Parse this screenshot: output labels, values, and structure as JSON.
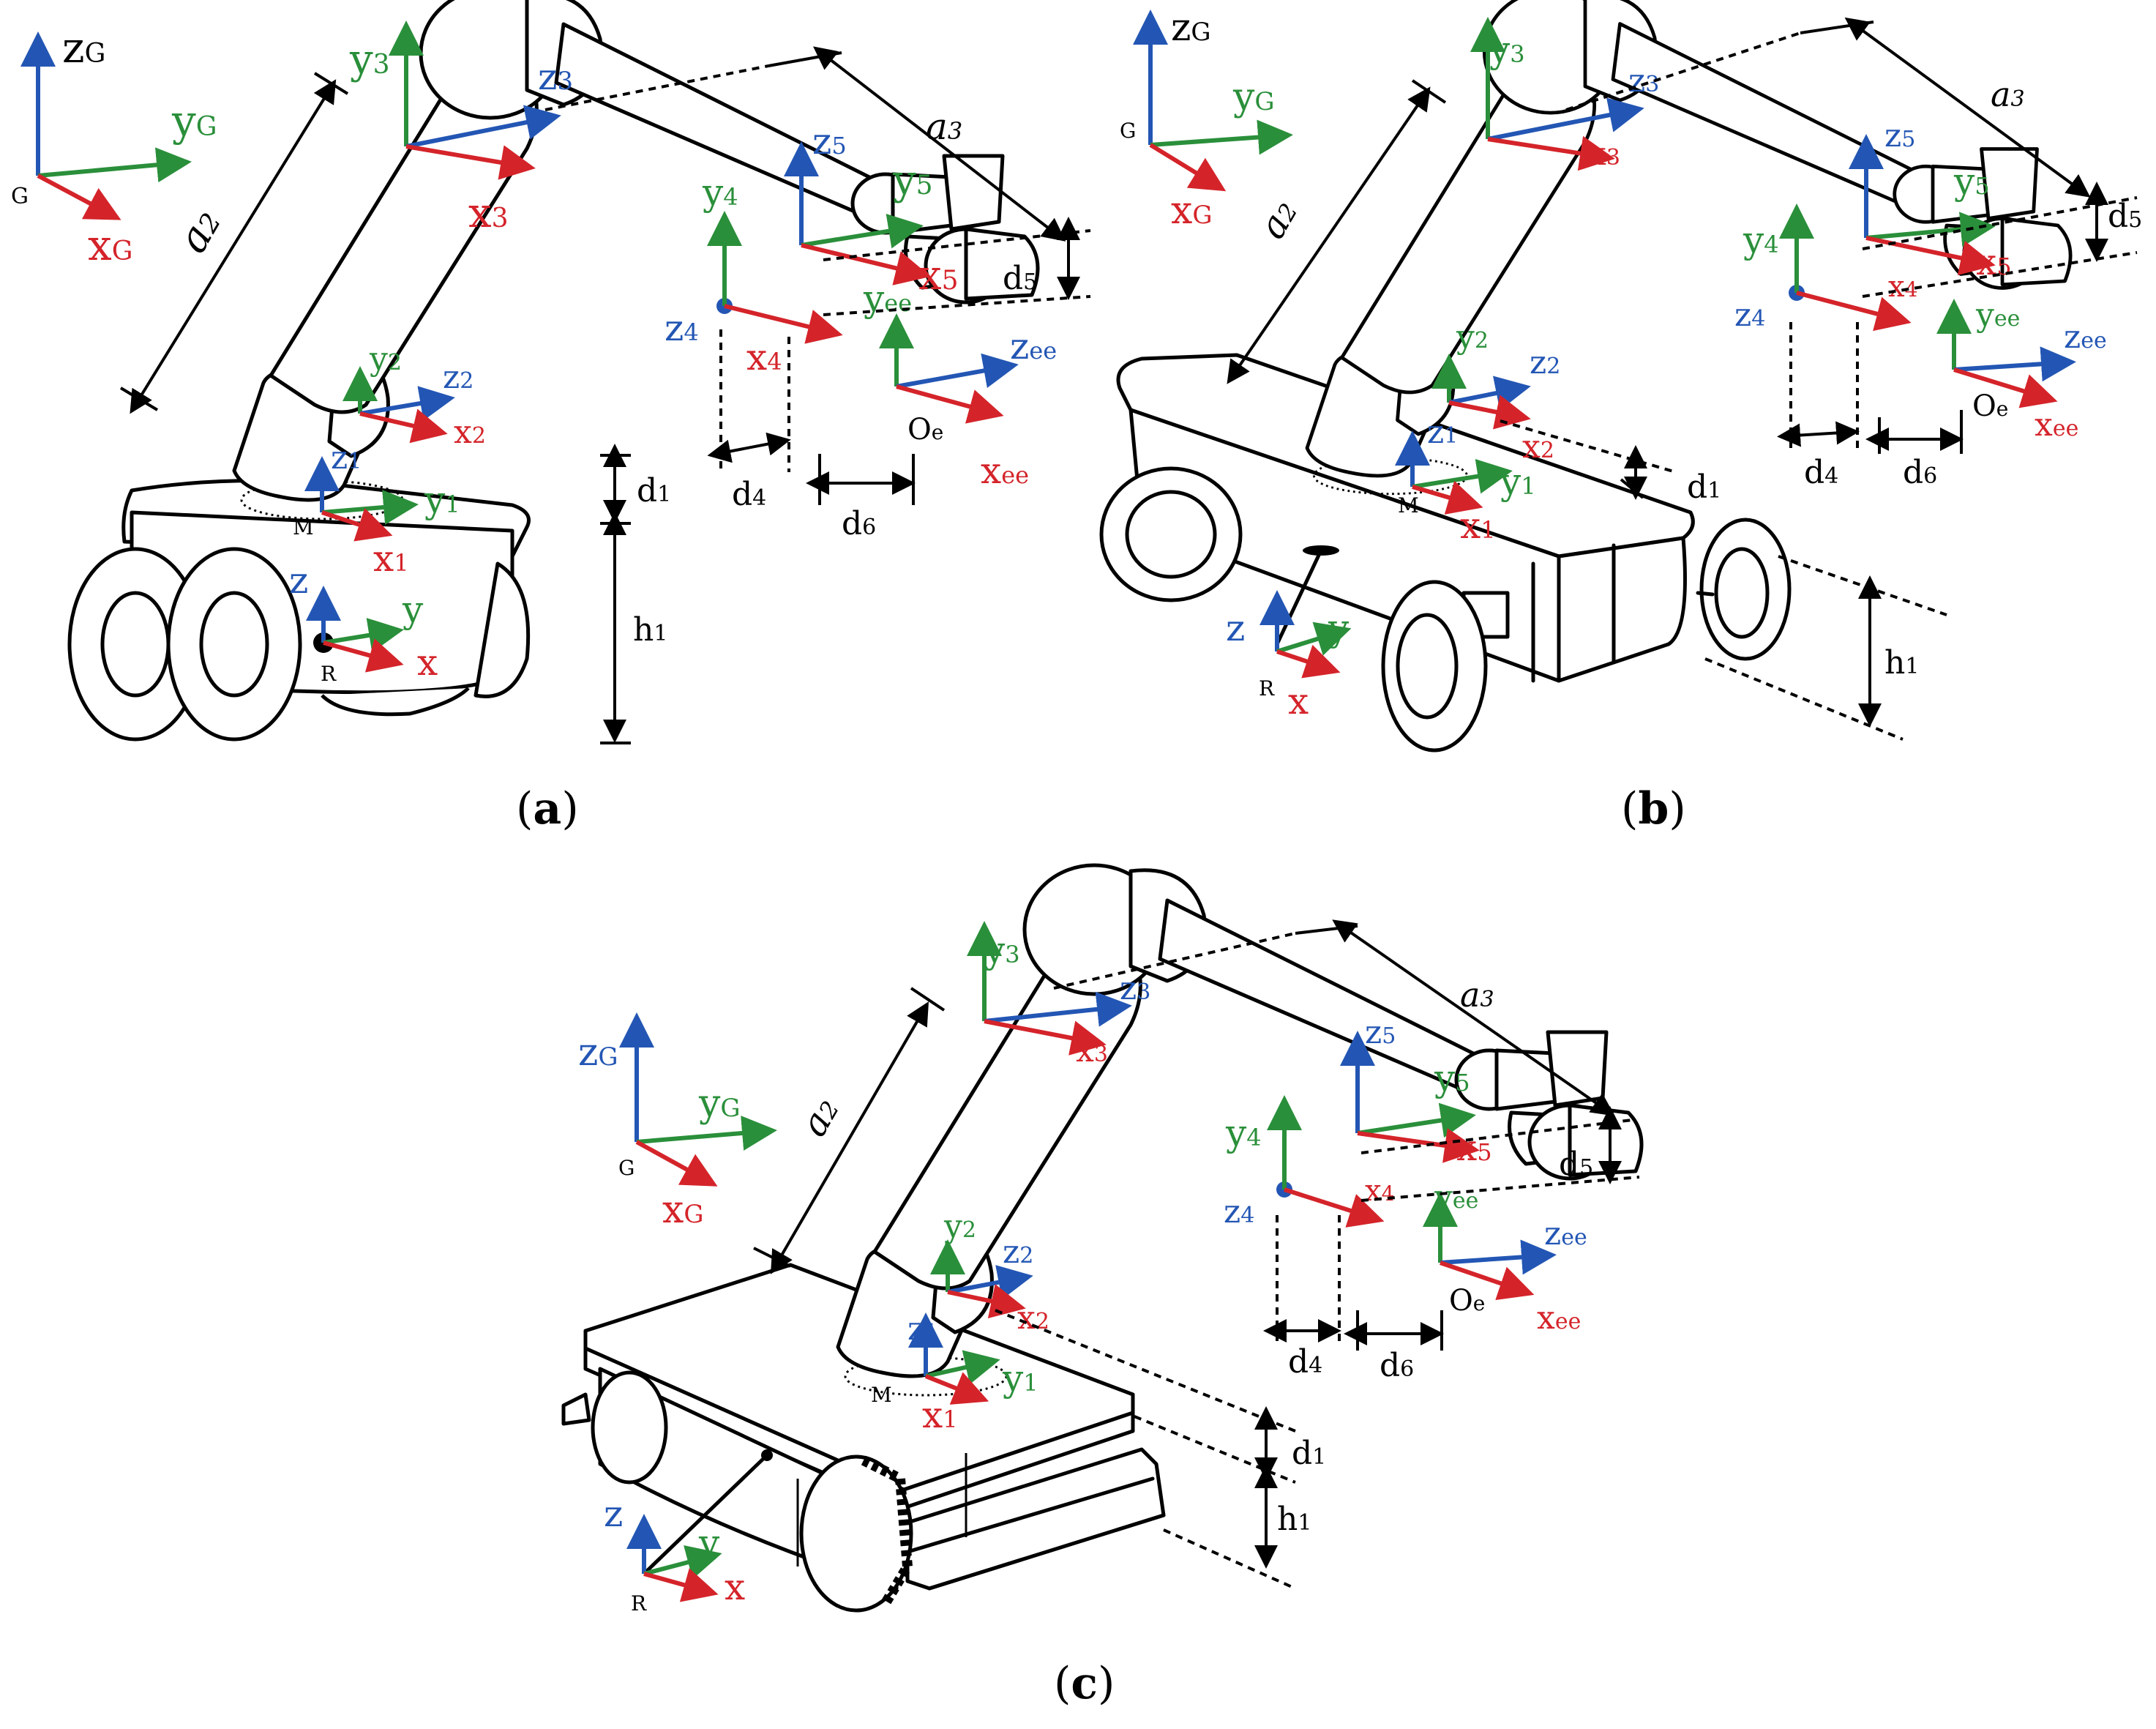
{
  "panels": {
    "a": {
      "caption_open": "(",
      "caption_letter": "a",
      "caption_close": ")",
      "global_frame": {
        "z": "z",
        "z_sub": "G",
        "y": "y",
        "y_sub": "G",
        "x": "x",
        "x_sub": "G",
        "origin": "G"
      },
      "frames": {
        "f1": {
          "z": "z",
          "z_sub": "1",
          "y": "y",
          "y_sub": "1",
          "x": "x",
          "x_sub": "1"
        },
        "f2": {
          "z": "z",
          "z_sub": "2",
          "y": "y",
          "y_sub": "2",
          "x": "x",
          "x_sub": "2"
        },
        "f3": {
          "z": "z",
          "z_sub": "3",
          "y": "y",
          "y_sub": "3",
          "x": "x",
          "x_sub": "3"
        },
        "f4": {
          "z": "z",
          "z_sub": "4",
          "y": "y",
          "y_sub": "4",
          "x": "x",
          "x_sub": "4"
        },
        "f5": {
          "z": "z",
          "z_sub": "5",
          "y": "y",
          "y_sub": "5",
          "x": "x",
          "x_sub": "5"
        },
        "fee": {
          "z": "z",
          "z_sub": "ee",
          "y": "y",
          "y_sub": "ee",
          "x": "x",
          "x_sub": "ee",
          "origin": "O",
          "origin_sub": "e"
        },
        "robot": {
          "z": "z",
          "y": "y",
          "x": "x",
          "origin": "R"
        },
        "mount": "M"
      },
      "dims": {
        "a2": "a",
        "a2_sub": "2",
        "a3": "a",
        "a3_sub": "3",
        "d1": "d",
        "d1_sub": "1",
        "d4": "d",
        "d4_sub": "4",
        "d5": "d",
        "d5_sub": "5",
        "d6": "d",
        "d6_sub": "6",
        "h1": "h",
        "h1_sub": "1"
      }
    },
    "b": {
      "caption_open": "(",
      "caption_letter": "b",
      "caption_close": ")"
    },
    "c": {
      "caption_open": "(",
      "caption_letter": "c",
      "caption_close": ")"
    }
  },
  "colors": {
    "x_axis": "#d4242a",
    "y_axis": "#2a8f3a",
    "z_axis": "#2356b4",
    "lines": "#000000"
  }
}
